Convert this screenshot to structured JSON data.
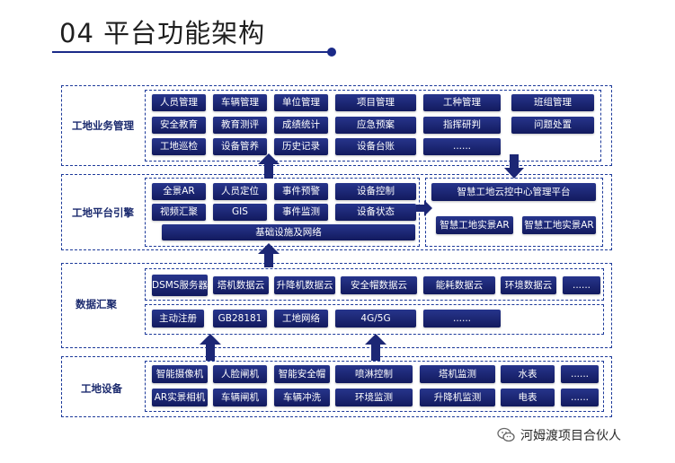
{
  "title": "04 平台功能架构",
  "layers": {
    "business": {
      "label": "工地业务管理",
      "items": [
        "人员管理",
        "车辆管理",
        "单位管理",
        "项目管理",
        "工种管理",
        "班组管理",
        "安全教育",
        "教育测评",
        "成绩统计",
        "应急预案",
        "指挥研判",
        "问题处置",
        "工地巡检",
        "设备管养",
        "历史记录",
        "设备台账",
        "......"
      ]
    },
    "engine": {
      "label": "工地平台引擎",
      "items": [
        "全景AR",
        "人员定位",
        "事件预警",
        "设备控制",
        "视频汇聚",
        "GIS",
        "事件监测",
        "设备状态"
      ],
      "base": "基础设施及网络"
    },
    "cloud": {
      "title": "智慧工地云控中心管理平台",
      "items": [
        "智慧工地实景AR",
        "智慧工地实景AR"
      ]
    },
    "data": {
      "label": "数据汇聚",
      "row1": [
        "DSMS服务器",
        "塔机数据云",
        "升降机数据云",
        "安全帽数据云",
        "能耗数据云",
        "环境数据云",
        "......"
      ],
      "row2": [
        "主动注册",
        "GB28181",
        "工地网络",
        "4G/5G",
        "......"
      ]
    },
    "devices": {
      "label": "工地设备",
      "items": [
        "智能摄像机",
        "人脸闸机",
        "智能安全帽",
        "喷淋控制",
        "塔机监测",
        "水表",
        "......",
        "AR实景相机",
        "车辆闸机",
        "车辆冲洗",
        "环境监测",
        "升降机监测",
        "电表",
        "......"
      ]
    }
  },
  "watermark": "河姆渡项目合伙人",
  "colors": {
    "box": "#1c2775",
    "dashed": "#1d3a9a",
    "label": "#1b2a6e",
    "arrow": "#1c2775"
  }
}
